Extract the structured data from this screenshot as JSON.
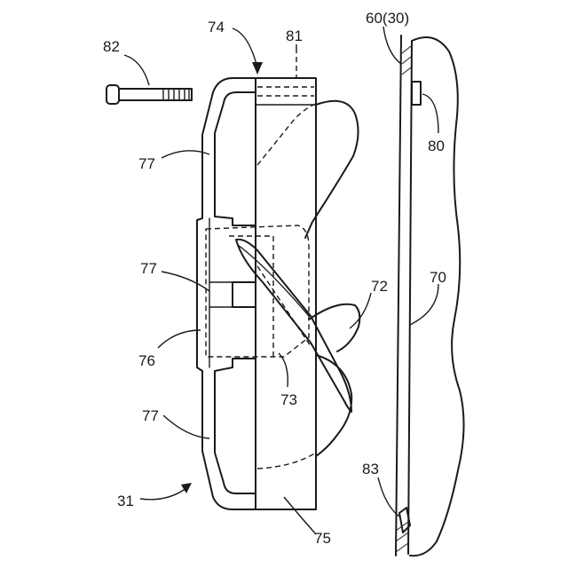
{
  "labels": {
    "l74": "74",
    "l81": "81",
    "l82": "82",
    "l60": "60(30)",
    "l80": "80",
    "l77a": "77",
    "l77b": "77",
    "l72": "72",
    "l70": "70",
    "l76": "76",
    "l73": "73",
    "l77c": "77",
    "l31": "31",
    "l83": "83",
    "l75": "75"
  }
}
